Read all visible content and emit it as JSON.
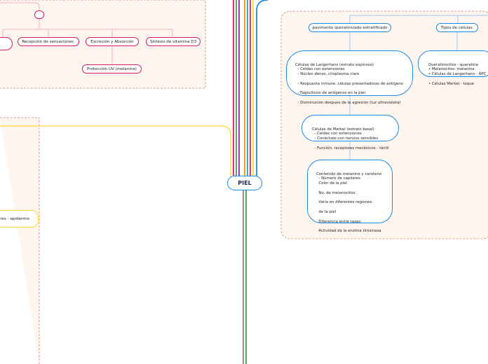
{
  "central": {
    "label": "PIEL"
  },
  "left_top_area": {
    "items": [
      {
        "label": ""
      },
      {
        "label": "Recepción de sensaciones."
      },
      {
        "label": "Excreción y Absorción"
      },
      {
        "label": "Síntesis de vitamina D3"
      },
      {
        "label": "Protección UV (melanina)"
      }
    ]
  },
  "left_middle_area": {
    "item": "res - epidermis"
  },
  "right_area": {
    "pavimento": {
      "label": "pavimento queratinizado estratificado"
    },
    "tipos": {
      "label": "Tipos de células:"
    },
    "langerhans": {
      "lines": [
        "Células de Langerhans (estrato espinoso)",
        "  - Celdas con extensiones",
        "  - Núcleo denso, citoplasma claro",
        "",
        "  - Respuesta inmune: células presentadoras de antígeno",
        "",
        "  - Fagocitosis de antígenos en la piel.",
        "",
        "  - Disminución después de la agresión (luz ultravioleta)"
      ]
    },
    "queratinocitos": {
      "lines": [
        "Queratinocitos - queratina",
        "• Melanocitos: melanina",
        "• Células de Langerhans - APC",
        "",
        "• Células Merkel - toque"
      ]
    },
    "merkel": {
      "lines": [
        "Células de Merkel (estrato basal)",
        "  - Celdas con extensiones",
        "  - Conéctate con nervios sensibles",
        "",
        "  - Función: receptores mecánicos - táctil"
      ]
    },
    "melanina": {
      "lines": [
        "Contenido de melanina y caroteno",
        "  - Número de capilares",
        "  Color de la piel",
        "",
        "  No. de melanocitos:",
        "",
        "  Varía en diferentes regiones.",
        "",
        "  de la piel",
        "",
        "  Diferencia entre razas:",
        "",
        "  Actividad de la enzima tirosinasa"
      ]
    }
  },
  "colors": {
    "pink": "#d81b60",
    "blue": "#1e88e5",
    "yellow": "#fdd835",
    "green": "#43a047",
    "orange": "#fb8c00",
    "purple": "#8e24aa",
    "gray": "#8a8a8a",
    "teal": "#26a69a",
    "area_border": "#d9826a",
    "area_fill": "#fff5ef"
  }
}
